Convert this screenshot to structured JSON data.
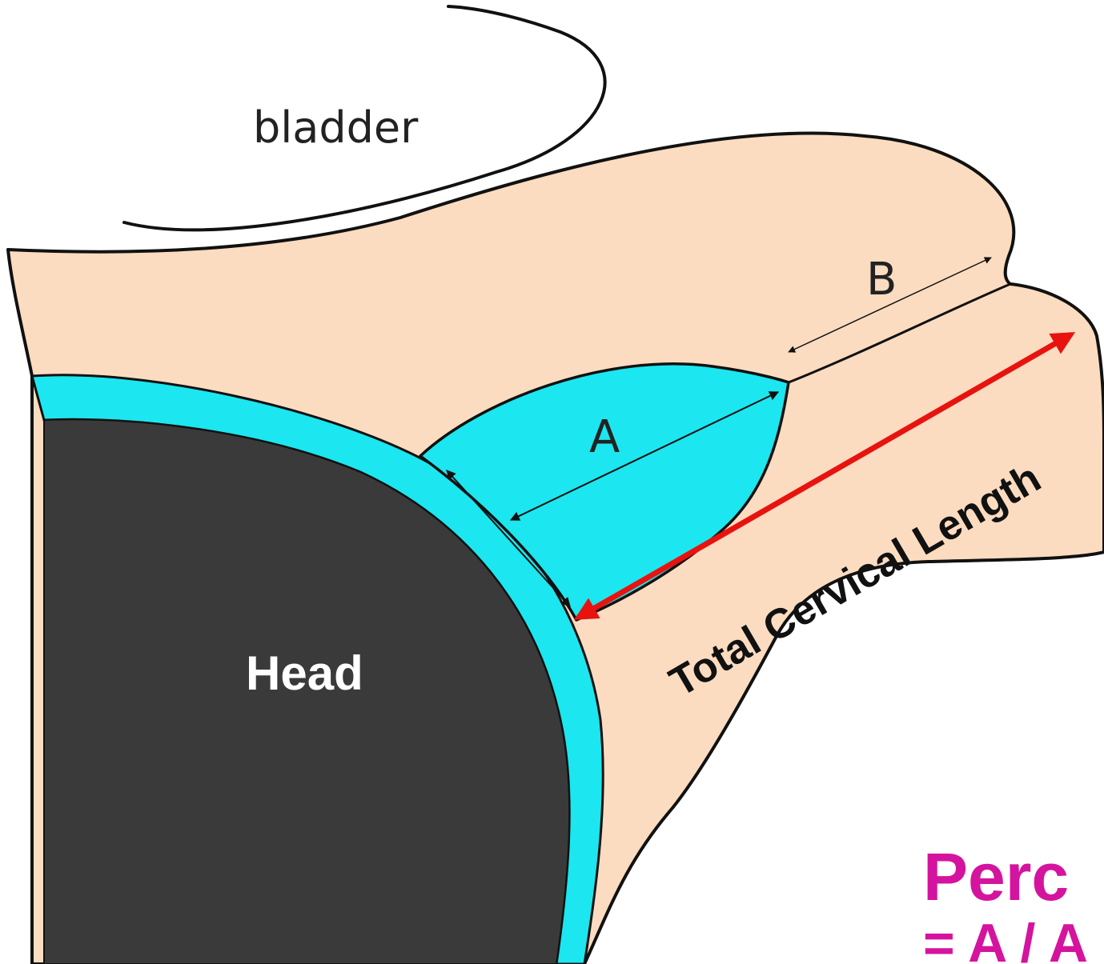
{
  "labels": {
    "bladder": "bladder",
    "head": "Head",
    "a": "A",
    "b": "B",
    "total_cervical_length": "Total Cervical Length",
    "percentage_line": "Perc",
    "formula_line": "= A / A"
  },
  "colors": {
    "tissue": "#fbdcc0",
    "fluid": "#1ce6ef",
    "head": "#3a3a3a",
    "outline": "#111111",
    "total_length_arrow": "#e8130f",
    "percentage_text": "#d4149e",
    "background": "#ffffff"
  }
}
